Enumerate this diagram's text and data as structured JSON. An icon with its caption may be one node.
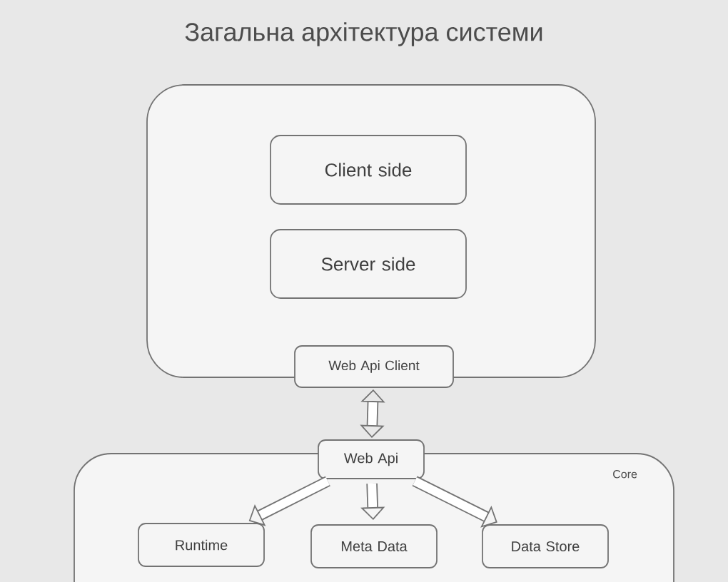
{
  "diagram": {
    "title": "Загальна архітектура системи",
    "nodes": [
      {
        "text": [],
        "shape": "box"
      },
      {
        "text": [
          "Client side"
        ],
        "in": 0
      },
      {
        "text": [
          "Server side"
        ],
        "in": 0
      },
      {
        "text": [
          "Web Api Client"
        ]
      },
      {
        "text": [
          "Core"
        ]
      },
      {
        "text": [
          "Web Api"
        ]
      },
      {
        "text": [
          "Runtime"
        ],
        "in": 4
      },
      {
        "text": [
          "Meta Data"
        ],
        "in": 4
      },
      {
        "text": [
          "Data Store"
        ],
        "in": 4
      }
    ],
    "edges": [
      {
        "from": 3,
        "to": 5,
        "arrow": "both"
      },
      {
        "from": 5,
        "to": 6,
        "arrow": "to"
      },
      {
        "from": 5,
        "to": 7,
        "arrow": "to"
      },
      {
        "from": 5,
        "to": 8,
        "arrow": "to"
      }
    ]
  }
}
